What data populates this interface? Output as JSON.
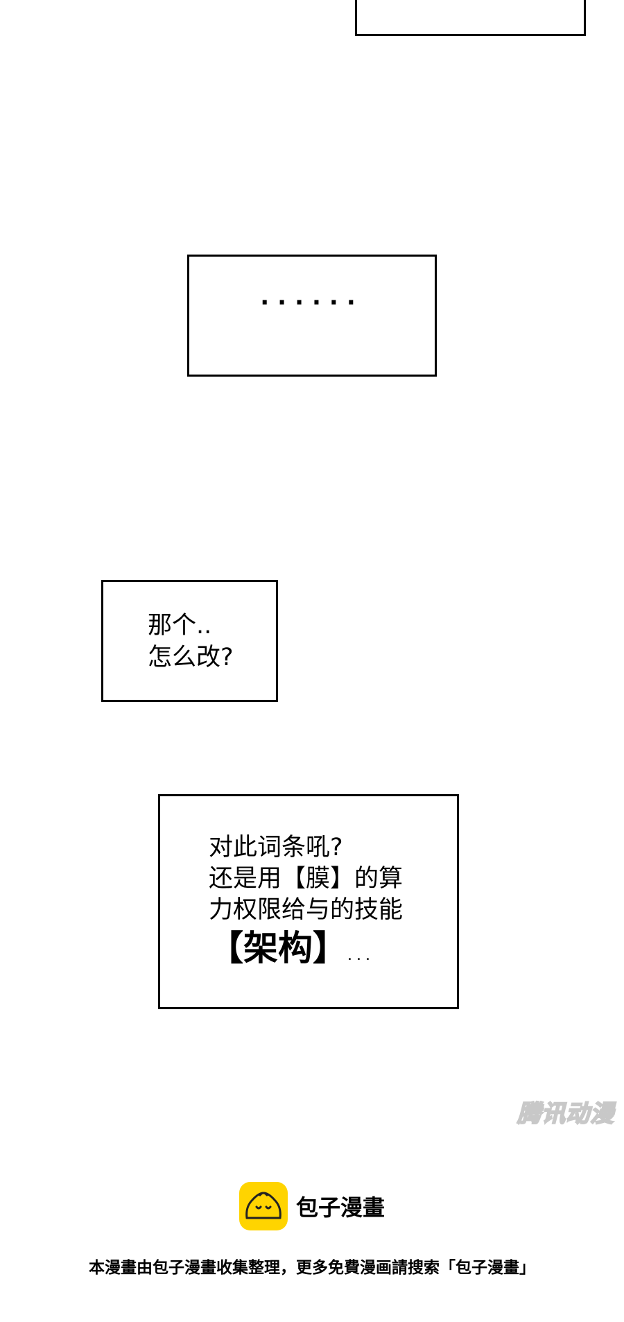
{
  "panels": {
    "ellipsis": {
      "text": "......"
    },
    "howto": {
      "line1": "那个..",
      "line2": "怎么改?"
    },
    "question": {
      "line1": "对此词条吼?",
      "line2": "还是用【膜】的算",
      "line3": "力权限给与的技能",
      "line4_big": "【架构】",
      "line4_trail": "..."
    }
  },
  "watermark": "腾讯动漫",
  "brand": {
    "name": "包子漫畫",
    "icon": "baozi-bun-icon",
    "icon_bg": "#ffd400"
  },
  "footer": "本漫畫由包子漫畫收集整理，更多免費漫画請搜索「包子漫畫」"
}
